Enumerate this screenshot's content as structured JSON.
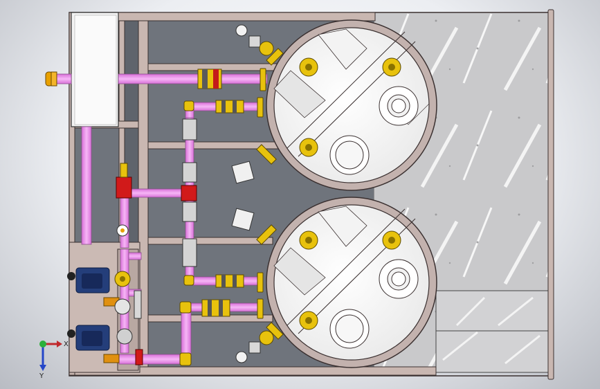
{
  "viewport": {
    "view": "top view",
    "background": "#e9ebee",
    "frame_color": "#c9b7b1",
    "frame_stroke": "#3a3030",
    "pipe_color": "#ee90f0",
    "pipe_stroke": "#8b4e8d",
    "flange_color": "#e8c20d",
    "valve_red": "#d11a1a",
    "pump_color": "#243e7a",
    "tank_fill": "#ffffff",
    "tank_shell": "#c3b2ae"
  },
  "triad": {
    "x_label": "X",
    "y_label": "Y",
    "x_color": "#c0282c",
    "y_color": "#2bb03a",
    "z_color": "#2446c8"
  },
  "components": {
    "tanks": [
      "upper-tank",
      "lower-tank"
    ],
    "pumps": [
      "upper-pump",
      "lower-pump"
    ],
    "control_box": "control-box"
  }
}
